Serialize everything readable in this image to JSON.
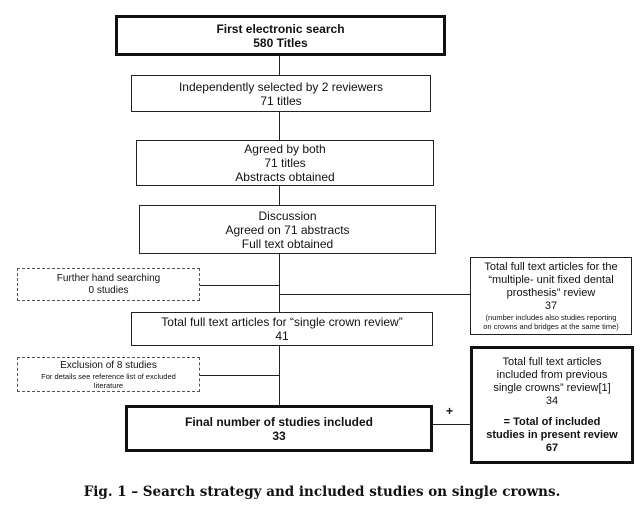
{
  "boxes": {
    "first_search": {
      "line1": "First electronic search",
      "line2": "580 Titles"
    },
    "selected": {
      "line1": "Independently selected by 2 reviewers",
      "line2": "71 titles"
    },
    "agreed": {
      "line1": "Agreed by both",
      "line2": "71 titles",
      "line3": "Abstracts obtained"
    },
    "discussion": {
      "line1": "Discussion",
      "line2": "Agreed on 71 abstracts",
      "line3": "Full text obtained"
    },
    "hand_search": {
      "line1": "Further hand searching",
      "line2": "0 studies"
    },
    "fdp_review": {
      "line1": "Total full text articles for the",
      "line2": "“multiple- unit fixed dental",
      "line3": "prosthesis” review",
      "line4": "37",
      "note1": "(number includes also studies reporting",
      "note2": "on crowns and bridges at the same time)"
    },
    "single_crown": {
      "line1": "Total full text articles for “single crown review”",
      "line2": "41"
    },
    "exclusion": {
      "line1": "Exclusion of 8 studies",
      "line2": "For details see reference list of excluded",
      "line3": "literature"
    },
    "previous_review": {
      "line1": "Total full text articles",
      "line2": "included from previous",
      "line3": "single crowns” review[1]",
      "line4": "34",
      "line5": "= Total of included",
      "line6": "studies in present review",
      "line7": "67"
    },
    "final": {
      "line1": "Final number of studies included",
      "line2": "33"
    }
  },
  "plus_sign": "+",
  "caption": "Fig. 1 – Search strategy and included studies on single crowns."
}
